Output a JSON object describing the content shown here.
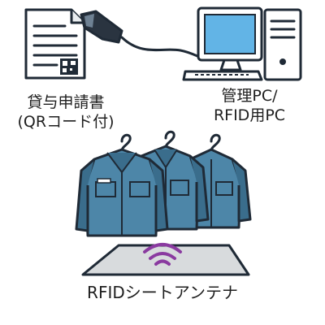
{
  "labels": {
    "document_line1": "貸与申請書",
    "document_line2": "(QRコード付)",
    "pc_line1": "管理PC/",
    "pc_line2": "RFID用PC",
    "sheet": "RFIDシートアンテナ"
  },
  "icons": {
    "document": "document-with-qr-icon",
    "scanner": "barcode-scanner-icon",
    "pc": "desktop-pc-icon",
    "uniforms": "hanging-uniforms-icon",
    "antenna_sheet": "rfid-sheet-antenna-icon",
    "wave": "wireless-signal-icon"
  },
  "colors": {
    "outline": "#1f2a36",
    "uniform": "#4d86a8",
    "uniform_dark": "#3a6d8c",
    "screen": "#62b4e6",
    "pc_body": "#ffffff",
    "sheet": "#d8dbdd",
    "signal": "#8a3aa0"
  }
}
